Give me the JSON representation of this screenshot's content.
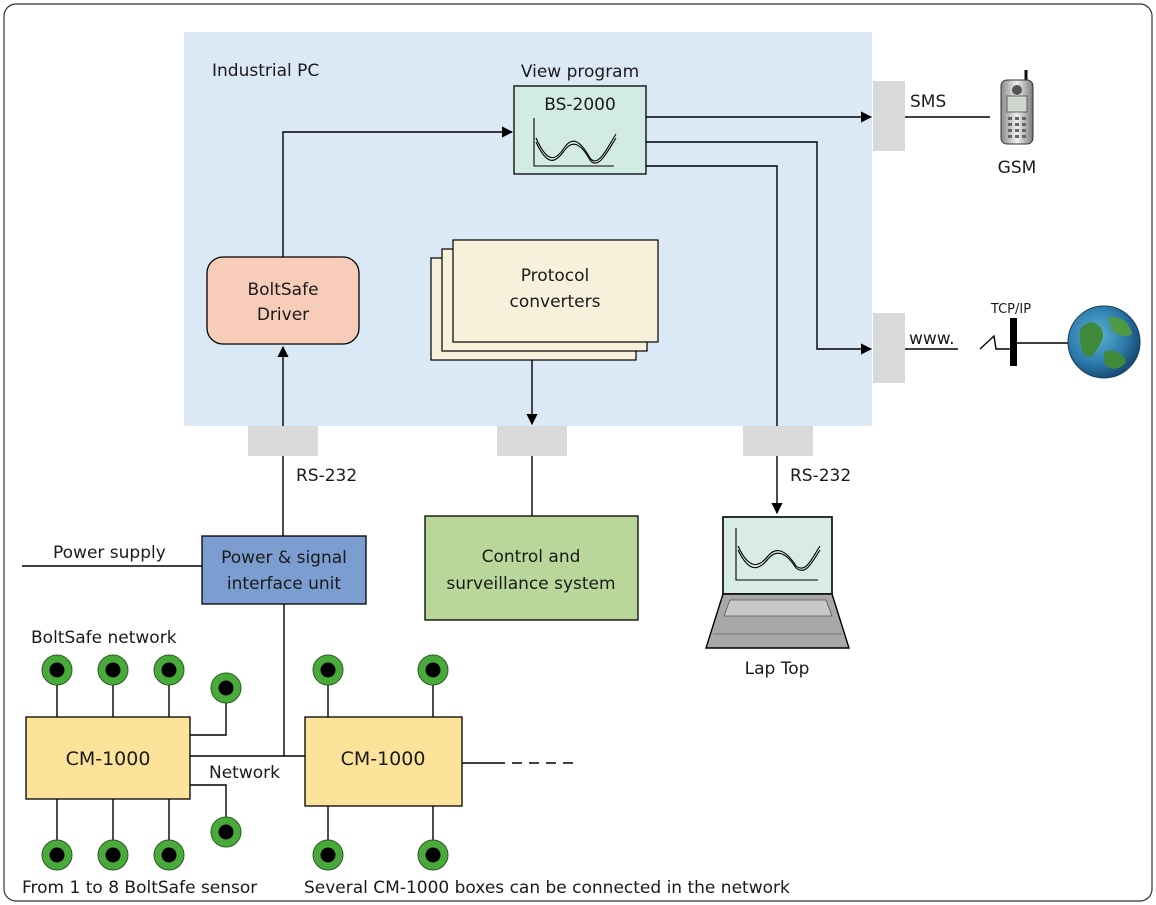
{
  "industrial_pc": {
    "title": "Industrial PC",
    "view_program_label": "View program",
    "bs2000_label": "BS-2000",
    "driver_line1": "BoltSafe",
    "driver_line2": "Driver",
    "protocol_line1": "Protocol",
    "protocol_line2": "converters"
  },
  "ports": {
    "sms": "SMS",
    "www": "www.",
    "rs232_left": "RS-232",
    "rs232_right": "RS-232",
    "tcpip": "TCP/IP"
  },
  "external": {
    "gsm": "GSM",
    "laptop": "Lap Top",
    "control_line1": "Control and",
    "control_line2": "surveillance system",
    "power_supply": "Power supply",
    "psu_line1": "Power & signal",
    "psu_line2": "interface unit"
  },
  "network": {
    "title": "BoltSafe network",
    "cm_left": "CM-1000",
    "cm_right": "CM-1000",
    "network_label": "Network",
    "caption_left": "From 1 to 8 BoltSafe sensor",
    "caption_right": "Several CM-1000 boxes can be connected in the network"
  },
  "colors": {
    "pc_background": "#dbe9f6",
    "view_box": "#d3ece3",
    "driver_box": "#f7cdb9",
    "protocol_box": "#f7f0da",
    "port": "#d9d9d9",
    "psu_box": "#7c9dd0",
    "control_box": "#b9d79a",
    "cm_box": "#fde39a",
    "sensor_ring": "#49a93a"
  }
}
